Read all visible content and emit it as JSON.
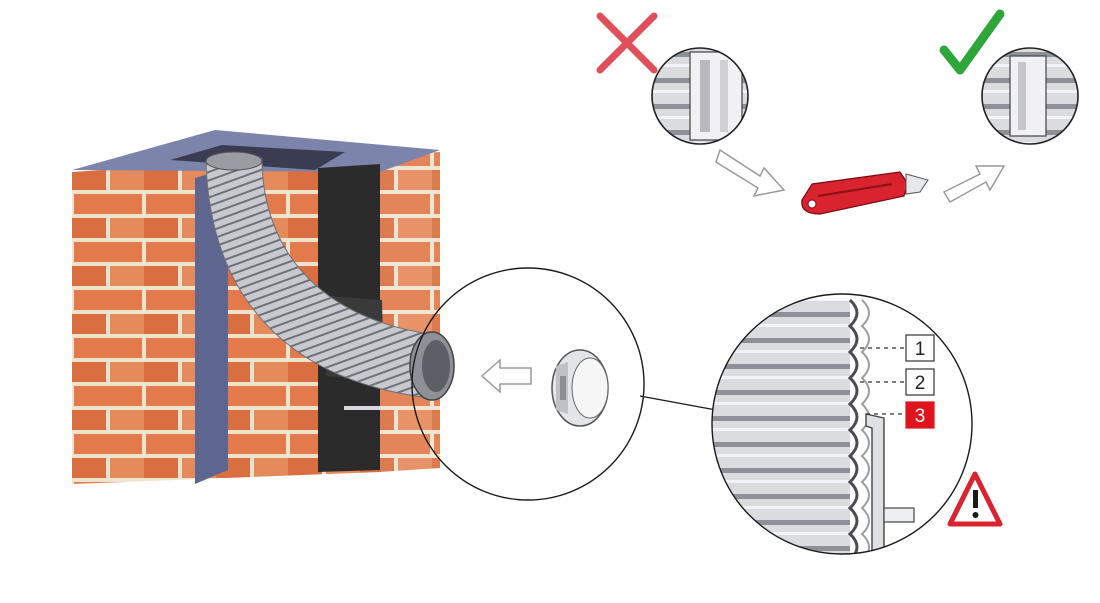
{
  "labels": {
    "mark_1": "1",
    "mark_2": "2",
    "mark_3": "3"
  },
  "colors": {
    "brick": "#e27a4b",
    "mortar": "#efe2cf",
    "chimney_steel": "#5e6690",
    "chimney_top": "#7c84ac",
    "duct": "#b9bbc1",
    "bracket": "#2b2b2b",
    "cross": "#e0505a",
    "check": "#2ea63a",
    "knife_body": "#d9232e",
    "highlight_mark": "#e0141e",
    "warning": "#d9232e"
  },
  "icons": [
    "cross-icon",
    "checkmark-icon",
    "arrow-icon",
    "utility-knife-icon",
    "warning-icon"
  ]
}
